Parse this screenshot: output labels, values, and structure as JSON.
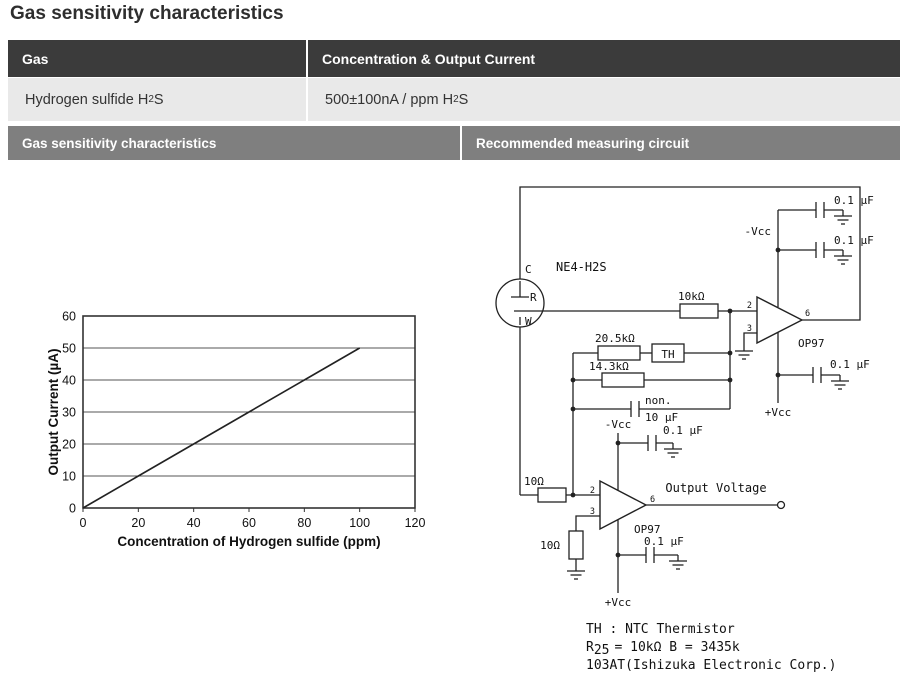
{
  "page": {
    "title": "Gas sensitivity characteristics"
  },
  "spec_table": {
    "header": {
      "gas": "Gas",
      "concentration": "Concentration & Output Current"
    },
    "row": {
      "gas_text": "Hydrogen sulfide H",
      "gas_sub": "2",
      "gas_tail": "S",
      "value_text": "500±100nA / ppm H",
      "value_sub": "2",
      "value_tail": "S"
    },
    "section_header": {
      "left": "Gas sensitivity characteristics",
      "right": "Recommended measuring circuit"
    }
  },
  "chart_data": {
    "type": "line",
    "title": "",
    "xlabel": "Concentration of Hydrogen sulfide (ppm)",
    "ylabel": "Output Current (µA)",
    "x": [
      0,
      20,
      40,
      60,
      80,
      100
    ],
    "y": [
      0,
      10,
      20,
      30,
      40,
      50
    ],
    "xlim": [
      0,
      120
    ],
    "ylim": [
      0,
      60
    ],
    "x_ticks": [
      0,
      20,
      40,
      60,
      80,
      100,
      120
    ],
    "y_ticks": [
      0,
      10,
      20,
      30,
      40,
      50,
      60
    ],
    "grid": "horizontal-only",
    "legend": "none"
  },
  "circuit": {
    "sensor": {
      "name": "NE4-H2S",
      "terminal_c": "C",
      "terminal_r": "R",
      "terminal_w": "W"
    },
    "components": {
      "r_input": "10kΩ",
      "r_fb1": "20.5kΩ",
      "r_fb2": "14.3kΩ",
      "thermistor": "TH",
      "cap_np_prefix": "non.",
      "cap_np": "10 µF",
      "cap_01": "0.1 µF",
      "r_gain": "10Ω",
      "opamp": "OP97"
    },
    "power": {
      "neg_vcc": "-Vcc",
      "pos_vcc": "+Vcc"
    },
    "pins": {
      "p2": "2",
      "p3": "3",
      "p6": "6"
    },
    "output_label": "Output Voltage",
    "notes": {
      "line1": "TH : NTC Thermistor",
      "line2_r": "R",
      "line2_sub": "25",
      "line2_rest": "= 10kΩ  B = 3435k",
      "line3": "103AT(Ishizuka Electronic  Corp.)"
    }
  },
  "colors": {
    "header_bg": "#3b3b3b",
    "row_bg": "#e9e9e9",
    "section_bg": "#7f7f7f",
    "text_dark": "#333333",
    "line": "#222222"
  }
}
